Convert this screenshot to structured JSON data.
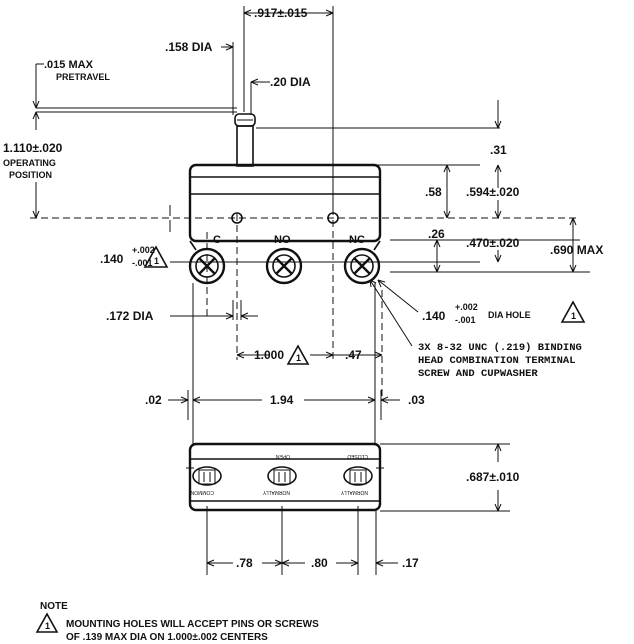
{
  "dims": {
    "d917": ".917±.015",
    "d158": ".158 DIA",
    "d20": ".20 DIA",
    "pretravel_a": ".015 MAX",
    "pretravel_b": "PRETRAVEL",
    "op_a": "1.110±.020",
    "op_b": "OPERATING",
    "op_c": "POSITION",
    "d31": ".31",
    "d58": ".58",
    "d594": ".594±.020",
    "d26": ".26",
    "d470": ".470±.020",
    "d690": ".690 MAX",
    "hole_left_main": ".140",
    "tol_plus": "+.002",
    "tol_minus": "-.001",
    "d172": ".172 DIA",
    "hole_right_main": ".140",
    "hole_right_suffix": "DIA HOLE",
    "d1000": "1.000",
    "d47": ".47",
    "d02": ".02",
    "d194": "1.94",
    "d03": ".03",
    "d687": ".687±.010",
    "d78": ".78",
    "d80": ".80",
    "d17": ".17"
  },
  "terminals": {
    "c": "C",
    "no": "NO",
    "nc": "NC"
  },
  "screw_note": {
    "line1": "3X 8-32 UNC (.219) BINDING",
    "line2": "HEAD COMBINATION TERMINAL",
    "line3": "SCREW AND CUPWASHER"
  },
  "bottom_labels": {
    "common": "COMMON",
    "normally_open_a": "NORMALLY",
    "open_word": "OPEN",
    "normally_closed_a": "NORMALLY",
    "closed_word": "CLOSED"
  },
  "note": {
    "heading": "NOTE",
    "symbol": "1",
    "line1": "MOUNTING HOLES WILL ACCEPT PINS OR SCREWS",
    "line2": "OF .139 MAX DIA ON 1.000±.002 CENTERS"
  }
}
